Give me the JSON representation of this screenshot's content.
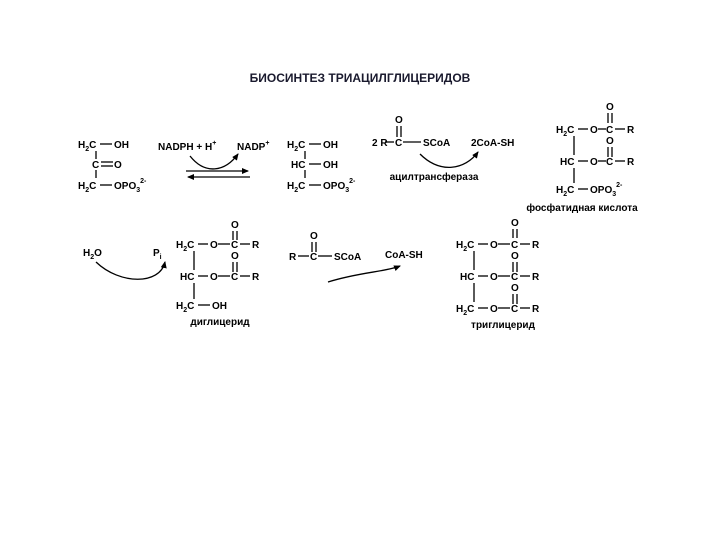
{
  "title": "БИОСИНТЕЗ ТРИАЦИЛГЛИЦЕРИДОВ",
  "dhap": {
    "r1": "H2C—OH",
    "r2": "C=O",
    "r3": "H2C—OPO32-"
  },
  "glycerol_phosphate": {
    "r1": "H2C—OH",
    "r2": "HC—OH",
    "r3": "H2C—OPO32-"
  },
  "step1": {
    "cofactor_in": "NADPH + H+",
    "cofactor_out": "NADP+"
  },
  "step2": {
    "reagent": "2 R—C(=O)—SCoA",
    "product": "2CoA-SH",
    "enzyme": "ацилтрансфераза"
  },
  "phosphatidic_acid": {
    "label": "фосфатидная кислота"
  },
  "step3": {
    "reagent": "H2O",
    "product": "Pi"
  },
  "diglyceride": {
    "label": "диглицерид"
  },
  "step4": {
    "reagent": "R—C(=O)—SCoA",
    "product": "CoA-SH"
  },
  "triglyceride": {
    "label": "триглицерид"
  },
  "atoms": {
    "O": "O",
    "C": "C",
    "R": "R",
    "H": "H",
    "SCoA": "SCoA",
    "OH": "OH",
    "HC": "HC",
    "H2C": "H2C",
    "OPO3": "OPO3",
    "charge": "2-",
    "two": "2"
  }
}
